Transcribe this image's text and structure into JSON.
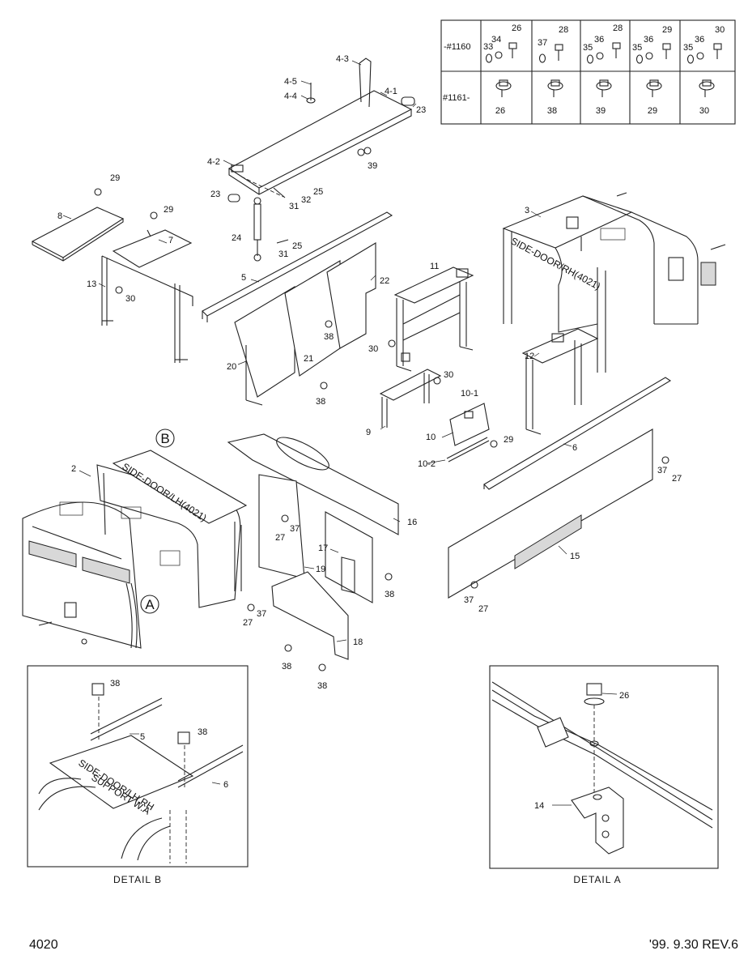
{
  "footer": {
    "page": "4020",
    "revision": "'99. 9.30  REV.6"
  },
  "table": {
    "rows": [
      {
        "label": "-#1160",
        "cells": [
          [
            "33",
            "34",
            "26"
          ],
          [
            "37",
            "28"
          ],
          [
            "35",
            "36",
            "28"
          ],
          [
            "35",
            "36",
            "29"
          ],
          [
            "35",
            "36",
            "30"
          ]
        ]
      },
      {
        "label": "#1161-",
        "cells": [
          [
            "26"
          ],
          [
            "38"
          ],
          [
            "39"
          ],
          [
            "29"
          ],
          [
            "30"
          ]
        ]
      }
    ]
  },
  "plates": {
    "rh": "SIDE-DOOR/RH(4021)",
    "lh": "SIDE-DOOR/LH(4021)",
    "support_1": "SIDE-DOOR/LH,RH",
    "support_2": "SUPPORT W.A"
  },
  "callouts": {
    "a": "A",
    "b": "B"
  },
  "details": {
    "b": "DETAIL  B",
    "a": "DETAIL  A"
  },
  "parts": {
    "p4_3": "4-3",
    "p4_5": "4-5",
    "p4_4": "4-4",
    "p4_1": "4-1",
    "p23a": "23",
    "p4_2": "4-2",
    "p39a": "39",
    "p23b": "23",
    "p25a": "25",
    "p32": "32",
    "p31a": "31",
    "p24": "24",
    "p25b": "25",
    "p31b": "31",
    "p29a": "29",
    "p8": "8",
    "p29b": "29",
    "p7": "7",
    "p13": "13",
    "p30a": "30",
    "p5": "5",
    "p22": "22",
    "p38a": "38",
    "p20": "20",
    "p21": "21",
    "p38b": "38",
    "p11": "11",
    "p30b": "30",
    "p30c": "30",
    "p9": "9",
    "p10_1": "10-1",
    "p10": "10",
    "p29c": "29",
    "p10_2": "10-2",
    "p3": "3",
    "p12": "12",
    "p6": "6",
    "p37a": "37",
    "p27a": "27",
    "p2": "2",
    "p16": "16",
    "p27b": "27",
    "p37b": "37",
    "p17": "17",
    "p19": "19",
    "p38c": "38",
    "p27c": "27",
    "p37c": "37",
    "p18": "18",
    "p38d": "38",
    "p38e": "38",
    "p15": "15",
    "p37d": "37",
    "p27d": "27",
    "d38a": "38",
    "d5": "5",
    "d38b": "38",
    "d6": "6",
    "d26": "26",
    "d14": "14"
  }
}
